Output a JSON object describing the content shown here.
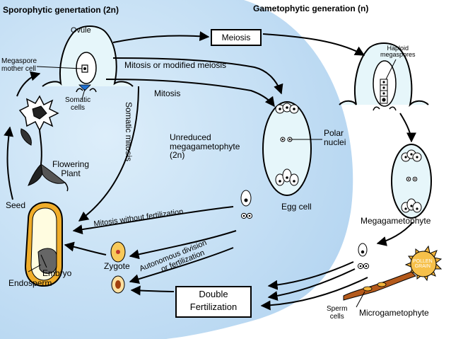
{
  "titles": {
    "sporophytic": "Sporophytic genertation (2n)",
    "gametophytic": "Gametophytic generation (n)"
  },
  "labels": {
    "ovule": "Ovule",
    "megaspore_mother_cell": [
      "Megaspore",
      "mother cell"
    ],
    "somatic_cells": [
      "Somatic",
      "cells"
    ],
    "meiosis": "Meiosis",
    "mitosis_or_modified_meiosis": "Mitosis or modified meiosis",
    "mitosis": "Mitosis",
    "somatic_mitosis": "Somatic mitosis",
    "unreduced_megagametophyte": [
      "Unreduced",
      "megagametophyte",
      "(2n)"
    ],
    "polar_nuclei": [
      "Polar",
      "nuclei"
    ],
    "haploid_megaspores": [
      "Haploid",
      "megaspores"
    ],
    "flowering_plant": [
      "Flowering",
      "Plant"
    ],
    "seed": "Seed",
    "egg_cell": "Egg cell",
    "megagametophyte": "Megagametophyte",
    "mitosis_without_fertilization": "Mitosis without fertilization",
    "autonomous_division": [
      "Autonomous division",
      "or fertilization"
    ],
    "zygote": "Zygote",
    "embryo": "Embryo",
    "endosperm": "Endosperm",
    "double_fertilization": [
      "Double",
      "Fertilization"
    ],
    "pollen_grain": [
      "POLLEN",
      "GRAIN"
    ],
    "sperm_cells": [
      "Sperm",
      "cells"
    ],
    "microgametophyte": "Microgametophyte"
  },
  "colors": {
    "sporophytic_region": "#c9e3f5",
    "cell_fill": "#e6f6fa",
    "seed_coat": "#f0ad2a",
    "seed_fill": "#fffce0",
    "zygote_fill": "#f8c95a",
    "pollen_fill": "#f3b43b",
    "tube_fill": "#b45a1c"
  }
}
